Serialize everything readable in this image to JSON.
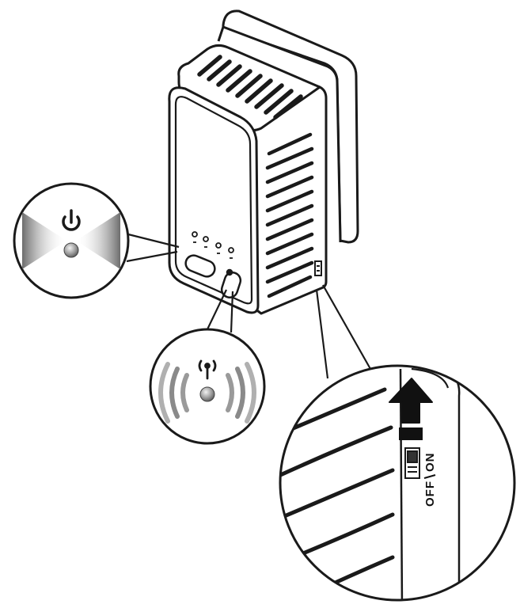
{
  "figure": {
    "callout_power_led": {
      "icon": "power-icon"
    },
    "callout_wifi_led": {
      "icon": "wifi-antenna-icon"
    },
    "callout_switch": {
      "label_off": "OFF",
      "label_on": "ON",
      "arrow_direction": "up",
      "icon": "slide-switch-icon"
    }
  },
  "colors": {
    "line": "#1a1a1a",
    "background": "#ffffff",
    "led": "#9a9a9a",
    "glow": "#7a7a7a"
  }
}
